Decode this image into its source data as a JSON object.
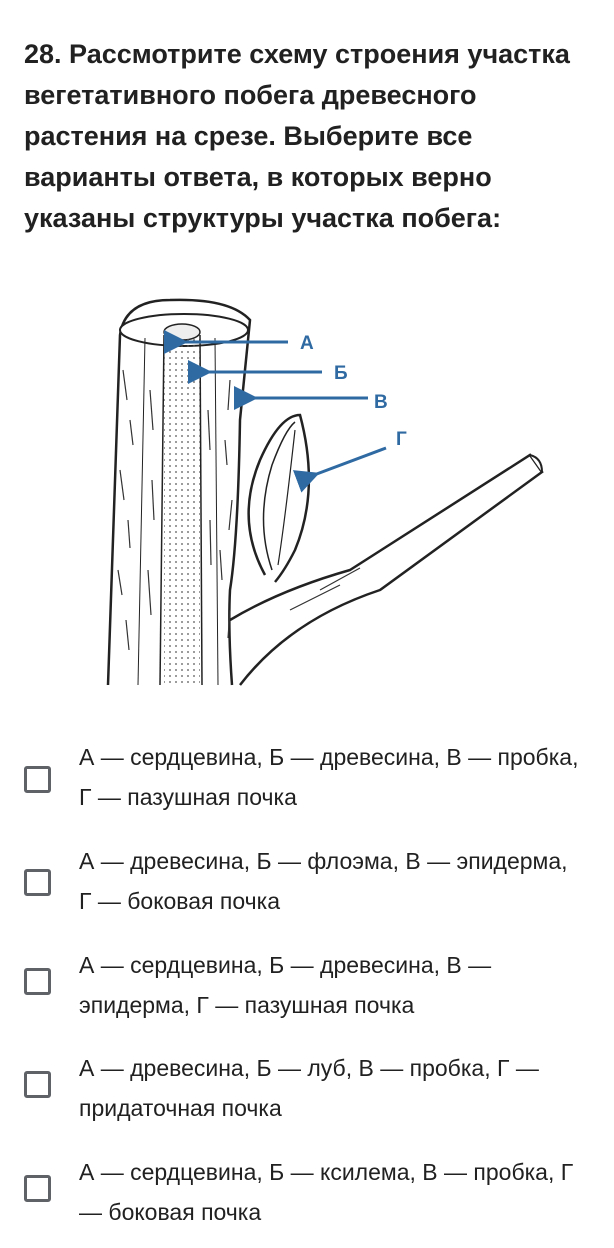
{
  "question": {
    "text": "28. Рассмотрите схему строения участка вегетативного побега древесного растения на срезе.   Выберите все варианты ответа, в которых верно указаны структуры участка побега:"
  },
  "diagram": {
    "labels": {
      "a": "А",
      "b": "Б",
      "v": "В",
      "g": "Г"
    },
    "arrow_color": "#2f6aa3"
  },
  "options": [
    {
      "text": "А — сердцевина, Б — древесина, В — пробка, Г — пазушная почка",
      "checked": false
    },
    {
      "text": "А — древесина, Б — флоэма, В — эпидерма, Г — боковая почка",
      "checked": false
    },
    {
      "text": "А — сердцевина, Б — древесина, В — эпидерма, Г — пазушная почка",
      "checked": false
    },
    {
      "text": "А — древесина, Б — луб, В — пробка, Г — придаточная почка",
      "checked": false
    },
    {
      "text": "А — сердцевина, Б — ксилема, В — пробка, Г — боковая почка",
      "checked": false
    }
  ]
}
